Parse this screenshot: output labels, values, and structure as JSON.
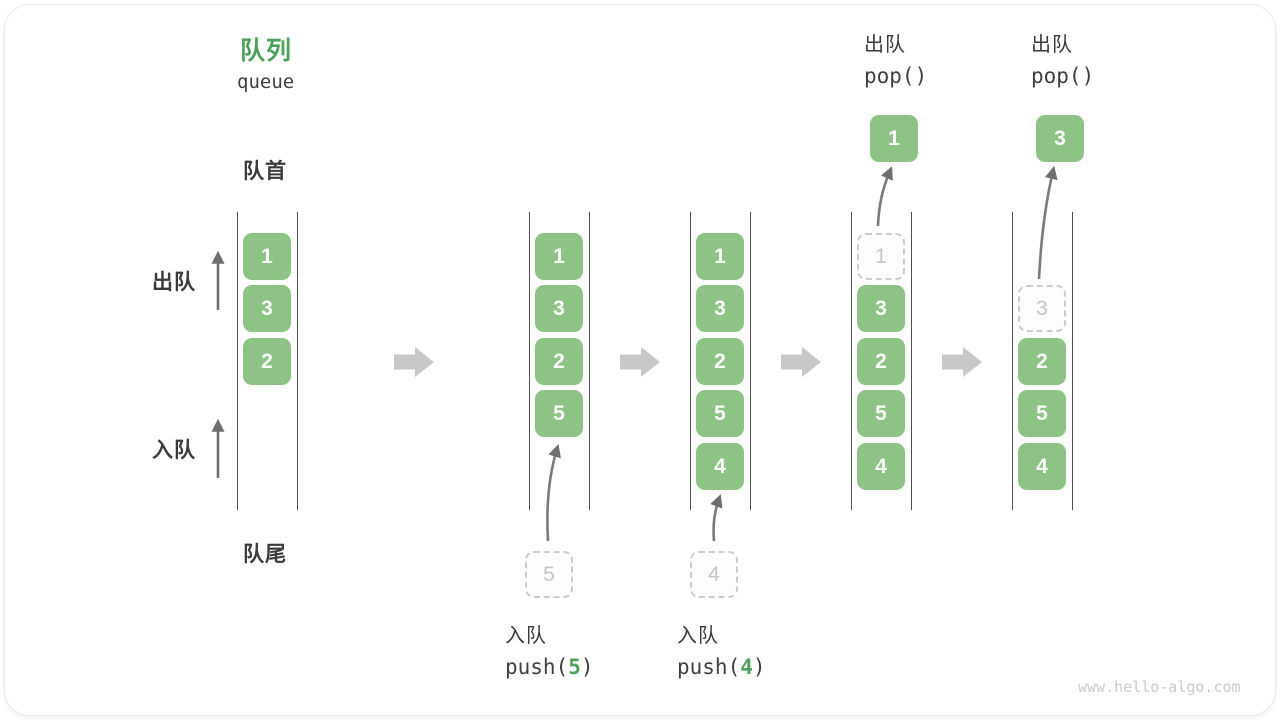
{
  "title": {
    "zh": "队列",
    "en": "queue"
  },
  "labels": {
    "front": "队首",
    "rear": "队尾",
    "dequeue": "出队",
    "enqueue": "入队"
  },
  "watermark": "www.hello-algo.com",
  "colors": {
    "element_green": "#8DC385",
    "title_green": "#4DA158",
    "argument_green": "#4DA158",
    "block_arrow_gray": "#C8C8C8",
    "dashed_border_gray": "#CCCCCC",
    "dashed_text_gray": "#C5C5C5",
    "container_line": "#4F4F4F",
    "label_text": "#3B3B3B",
    "code_text": "#3F3F3F",
    "thin_arrow_gray": "#6E6E6E",
    "watermark_gray": "#CBCBCB"
  },
  "states": [
    {
      "name": "initial",
      "boxes": [
        "1",
        "3",
        "2"
      ]
    },
    {
      "name": "after-push-5",
      "boxes": [
        "1",
        "3",
        "2",
        "5"
      ],
      "staged": "5",
      "operation": {
        "label": "入队",
        "fn": "push(",
        "arg": "5",
        "close": ")"
      }
    },
    {
      "name": "after-push-4",
      "boxes": [
        "1",
        "3",
        "2",
        "5",
        "4"
      ],
      "staged": "4",
      "operation": {
        "label": "入队",
        "fn": "push(",
        "arg": "4",
        "close": ")"
      }
    },
    {
      "name": "after-pop-1",
      "removed": "1",
      "boxes": [
        "3",
        "2",
        "5",
        "4"
      ],
      "popped": "1",
      "operation": {
        "label": "出队",
        "code": "pop()"
      }
    },
    {
      "name": "after-pop-3",
      "removed": "3",
      "boxes": [
        "2",
        "5",
        "4"
      ],
      "popped": "3",
      "operation": {
        "label": "出队",
        "code": "pop()"
      }
    }
  ]
}
